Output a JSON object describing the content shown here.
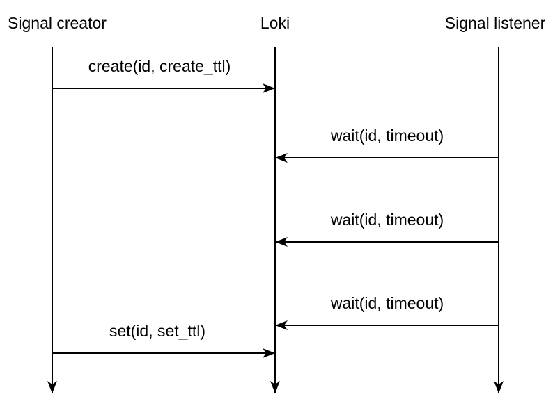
{
  "diagram": {
    "kind": "sequence-diagram",
    "background_color": "#ffffff",
    "line_color": "#000000",
    "participants": [
      {
        "name": "Signal creator"
      },
      {
        "name": "Loki"
      },
      {
        "name": "Signal listener"
      }
    ],
    "messages": [
      {
        "label": "create(id, create_ttl)",
        "from": "Signal creator",
        "to": "Loki"
      },
      {
        "label": "wait(id, timeout)",
        "from": "Signal listener",
        "to": "Loki"
      },
      {
        "label": "wait(id, timeout)",
        "from": "Signal listener",
        "to": "Loki"
      },
      {
        "label": "wait(id, timeout)",
        "from": "Signal listener",
        "to": "Loki"
      },
      {
        "label": "set(id, set_ttl)",
        "from": "Signal creator",
        "to": "Loki"
      }
    ]
  }
}
